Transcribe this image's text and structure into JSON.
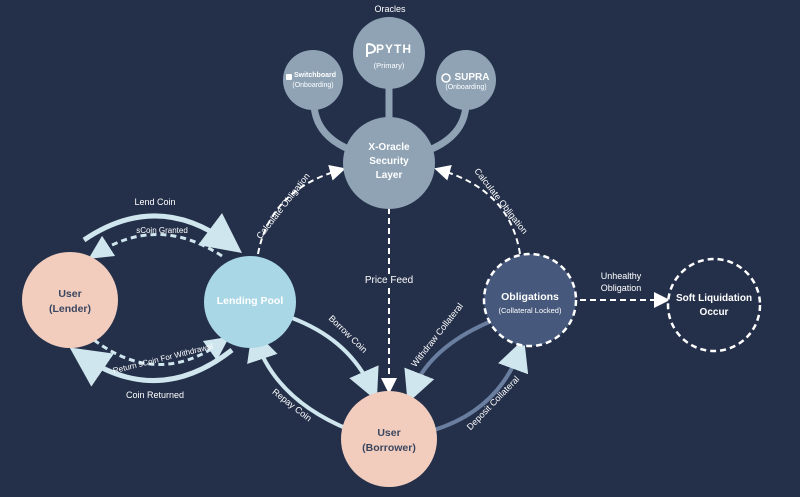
{
  "title": "Oracles",
  "oracles": {
    "pyth": {
      "name": "PYTH",
      "note": "(Primary)"
    },
    "switchboard": {
      "name": "Switchboard",
      "note": "(Onboarding)"
    },
    "supra": {
      "name": "SUPRA",
      "note": "(Onboarding)"
    }
  },
  "nodes": {
    "security_layer": {
      "line1": "X-Oracle",
      "line2": "Security",
      "line3": "Layer"
    },
    "lending_pool": {
      "label": "Lending Pool"
    },
    "lender": {
      "line1": "User",
      "line2": "(Lender)"
    },
    "borrower": {
      "line1": "User",
      "line2": "(Borrower)"
    },
    "obligations": {
      "label": "Obligations",
      "note": "(Collateral Locked)"
    },
    "soft_liquidation": {
      "line1": "Soft Liquidation",
      "line2": "Occur"
    }
  },
  "edges": {
    "lend_coin": "Lend Coin",
    "scoin_granted": "sCoin Granted",
    "return_scoin": "Return sCoin For Withdrawal",
    "coin_returned": "Coin Returned",
    "calc_obligation_left": "Calculate Obligation",
    "calc_obligation_right": "Calculate Obligation",
    "price_feed": "Price Feed",
    "borrow_coin": "Borrow Coin",
    "repay_coin": "Repay Coin",
    "withdraw_collateral": "Withdraw Collateral",
    "deposit_collateral": "Deposit Collateral",
    "unhealthy_line1": "Unhealthy",
    "unhealthy_line2": "Obligation"
  },
  "colors": {
    "background": "#24304a",
    "oracle_nodes": "#8fa3b5",
    "lending_pool": "#a9d7e5",
    "user_nodes": "#f2cdbd",
    "obligations": "#46587c",
    "soft_liquidation": "#24304a",
    "arrow_light": "#cfe6ee"
  }
}
